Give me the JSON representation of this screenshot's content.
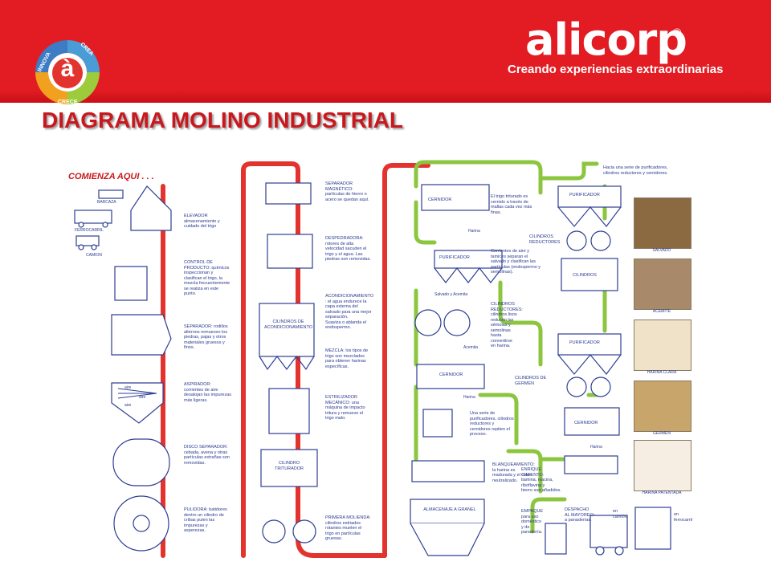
{
  "header": {
    "brand_name": "alicorp",
    "brand_reg": "®",
    "tagline": "Creando experiencias extraordinarias",
    "badge_words": [
      "INNOVA",
      "CREA",
      "CRECE"
    ],
    "badge_letter": "à"
  },
  "title": "DIAGRAMA MOLINO INDUSTRIAL",
  "diagram": {
    "start_label": "COMIENZA AQUI . . .",
    "col1": {
      "small_labels": [
        "BARCAZA",
        "FERROCARRIL",
        "CAMION"
      ],
      "steps": [
        "ELEVADOR\nalmacenamiento y\ncuidado del trigo",
        "CONTROL DE\nPRODUCTO: químicos\ninspeccionan y\nclasifican el trigo, la\nmezcla frecuentemente\nse realiza en este\npunto.",
        "SEPARADOR: rodillos\nalternos remueven los\npiedras, pajas y otros\nmateriales gruesos y\nfinos.",
        "ASPIRADOR:\ncorrientes de aire\ndesalojan las impurezas\nmás ligeras.",
        "DISCO SEPARADOR:\ncebada, avena y otras\npartículas extrañas son\nremovidas.",
        "PULIDORA: batidores\ndentro un cilindro de\ncribas pulen las\nimpurezas y\nasperezas."
      ],
      "arrow_words": [
        "aire",
        "aire",
        "aire"
      ]
    },
    "col2": {
      "steps": [
        "SEPARADOR\nMAGNÉTICO:\npartículas de hierro o\nacero se quedan aquí.",
        "DESPEDRADORA:\nrotores de alta\nvelocidad sacuden el\ntrigo y el agua. Las\npiedras son removidas.",
        "ACONDICIONAMIENTO\n: el agua endurece la\ncapa externa del\nsalvado para una mejor\nseparación.\nSuaviza o ablanda el\nendospermo.",
        "MEZCLA: los tipos de\ntrigo son mezclados\npara obtener harinas\nespecíficas.",
        "ESTRILIZADOR\nMECÁNICO: una\nmáquina de impacto\ntritura y remueve el\ntrigo malo.",
        "PRIMERA MOLIENDA:\ncilindros estriados\nrotantes muelen el\ntrigo en partículas\ngruesas."
      ],
      "box_labels": [
        "CILINDROS DE\nACONDICIONAMIENTO",
        "CILINDRO\nTRITURADOR"
      ]
    },
    "col3": {
      "box_labels": [
        "CERNIDOR",
        "PURIFICADOR",
        "CERNIDOR",
        "ALMACENAJE A GRANEL"
      ],
      "small_labels": [
        "Harina",
        "Salvado y Acemita",
        "Acemita",
        "Harina"
      ],
      "steps": [
        "El trigo triturado es\ncernido a través de\nmallas cada vez más\nfinas.",
        "Corrientes de aire y\ntamices separan el\nsalvado y clasifican las\npartículas (endospermo y\nsemolinas).",
        "CILINDROS\nREDUCTORES:\ncilindros lisos\nreducen las\nsémolas y\nsemolinas\nhasta\nconvertirse\nen harina.",
        "Una serie de\npurificadores, cilindros\nreductores y\ncernidores repiten el\nproceso.",
        "BLANQUEAMIENTO:\nla harina es\nmadurada y el color\nneutralizado."
      ]
    },
    "col4": {
      "top_note": "Hacia una serie de purificadores,\ncilindros reductores y cernidores.",
      "box_labels": [
        "PURIFICADOR",
        "CILINDROS\nREDUCTORES",
        "CILINDROS",
        "PURIFICADOR",
        "CILINDROS DE GERMEN",
        "CERNIDOR"
      ],
      "small_labels": [
        "Harina"
      ],
      "steps": [
        "ENRIQUE\nCIMIENTO:\ntiamina, niacina,\nriboflavina y\nhierro son añadidos.",
        "EMPAQUE\npara uso\ndoméstico\ny de\npanadería.",
        "DESPACHO\nAL MAYOREO:\na panaderías."
      ],
      "transport": [
        "en\ncamión",
        "en\nferrocarril"
      ]
    },
    "products": [
      "SALVADO",
      "ACEMITE",
      "HARINA CLARA",
      "GERMEN",
      "HARINA PATENTADA"
    ],
    "colors": {
      "red_pipe": "#e3332f",
      "green_pipe": "#8cc63f",
      "line_art": "#2e3e93",
      "brand_red": "#e31c23"
    }
  }
}
